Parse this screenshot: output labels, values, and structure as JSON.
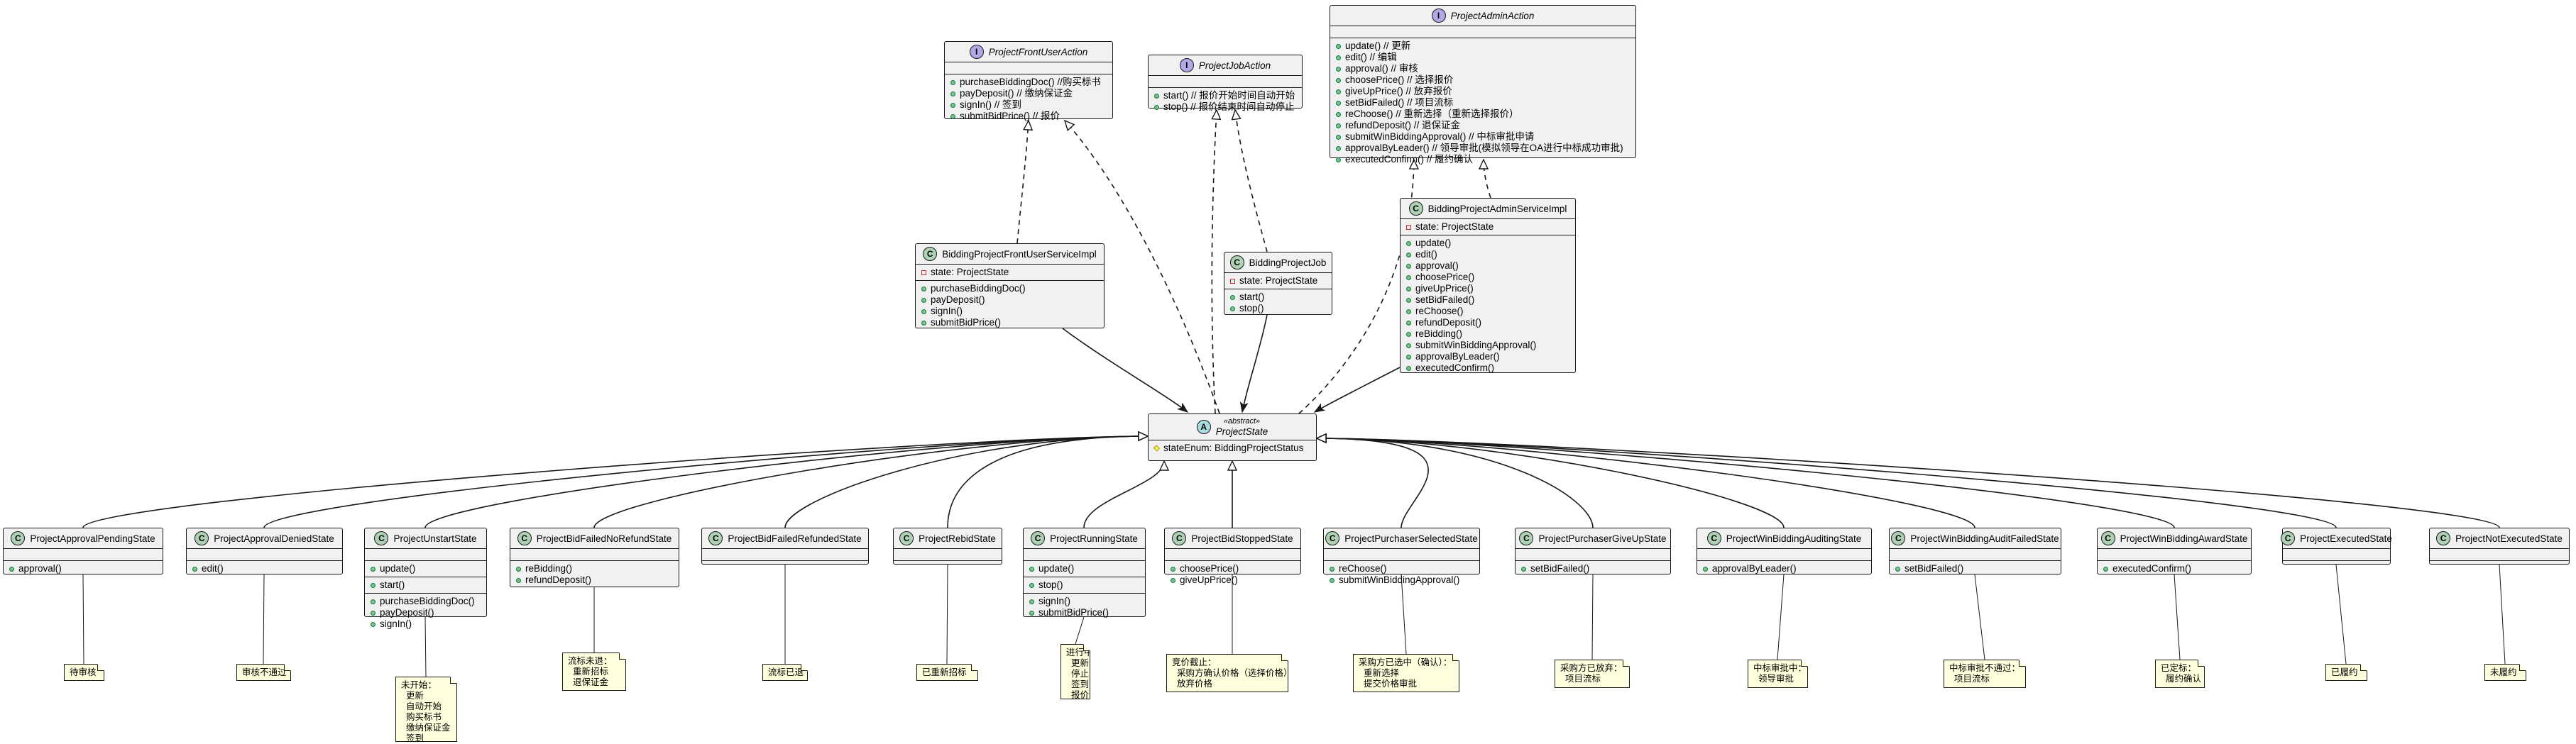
{
  "diagram": {
    "interfaces": {
      "front": {
        "name": "ProjectFrontUserAction",
        "methods": [
          "purchaseBiddingDoc() //购买标书",
          "payDeposit() // 缴纳保证金",
          "signIn() // 签到",
          "submitBidPrice() // 报价"
        ]
      },
      "job": {
        "name": "ProjectJobAction",
        "methods": [
          "start() // 报价开始时间自动开始",
          "stop() // 报价结束时间自动停止"
        ]
      },
      "admin": {
        "name": "ProjectAdminAction",
        "methods": [
          "update() // 更新",
          "edit() // 编辑",
          "approval() // 审核",
          "choosePrice() // 选择报价",
          "giveUpPrice() // 放弃报价",
          "setBidFailed() // 项目流标",
          "reChoose() // 重新选择（重新选择报价）",
          "refundDeposit() // 退保证金",
          "submitWinBiddingApproval() // 中标审批申请",
          "approvalByLeader() // 领导审批(模拟领导在OA进行中标成功审批)",
          "executedConfirm() // 履约确认"
        ]
      }
    },
    "impls": {
      "front_impl": {
        "name": "BiddingProjectFrontUserServiceImpl",
        "fields": [
          "state: ProjectState"
        ],
        "methods": [
          "purchaseBiddingDoc()",
          "payDeposit()",
          "signIn()",
          "submitBidPrice()"
        ]
      },
      "job_impl": {
        "name": "BiddingProjectJob",
        "fields": [
          "state: ProjectState"
        ],
        "methods": [
          "start()",
          "stop()"
        ]
      },
      "admin_impl": {
        "name": "BiddingProjectAdminServiceImpl",
        "fields": [
          "state: ProjectState"
        ],
        "methods": [
          "update()",
          "edit()",
          "approval()",
          "choosePrice()",
          "giveUpPrice()",
          "setBidFailed()",
          "reChoose()",
          "refundDeposit()",
          "reBidding()",
          "submitWinBiddingApproval()",
          "approvalByLeader()",
          "executedConfirm()"
        ]
      }
    },
    "abstract_state": {
      "stereotype": "«abstract»",
      "name": "ProjectState",
      "fields": [
        "stateEnum: BiddingProjectStatus"
      ]
    },
    "states": [
      {
        "name": "ProjectApprovalPendingState",
        "methods": [
          "approval()"
        ],
        "note": "待审核"
      },
      {
        "name": "ProjectApprovalDeniedState",
        "methods": [
          "edit()"
        ],
        "note": "审核不通过"
      },
      {
        "name": "ProjectUnstartState",
        "methods": [
          "update()"
        ],
        "methods2": [
          "start()"
        ],
        "methods3": [
          "purchaseBiddingDoc()",
          "payDeposit()",
          "signIn()"
        ],
        "note": "未开始：\n  更新\n  自动开始\n  购买标书\n  缴纳保证金\n  签到"
      },
      {
        "name": "ProjectBidFailedNoRefundState",
        "methods": [
          "reBidding()",
          "refundDeposit()"
        ],
        "note": "流标未退：\n  重新招标\n  退保证金"
      },
      {
        "name": "ProjectBidFailedRefundedState",
        "methods": [],
        "note": "流标已退"
      },
      {
        "name": "ProjectRebidState",
        "methods": [],
        "note": "已重新招标"
      },
      {
        "name": "ProjectRunningState",
        "methods": [
          "update()"
        ],
        "methods2": [
          "stop()"
        ],
        "methods3": [
          "signIn()",
          "submitBidPrice()"
        ],
        "note": "进行中：\n  更新\n  停止\n  签到\n  报价"
      },
      {
        "name": "ProjectBidStoppedState",
        "methods": [
          "choosePrice()",
          "giveUpPrice()"
        ],
        "note": "竞价截止：\n  采购方确认价格（选择价格）\n  放弃价格"
      },
      {
        "name": "ProjectPurchaserSelectedState",
        "methods": [
          "reChoose()",
          "submitWinBiddingApproval()"
        ],
        "note": "采购方已选中（确认）：\n  重新选择\n  提交价格审批"
      },
      {
        "name": "ProjectPurchaserGiveUpState",
        "methods": [
          "setBidFailed()"
        ],
        "note": "采购方已放弃：\n  项目流标"
      },
      {
        "name": "ProjectWinBiddingAuditingState",
        "methods": [
          "approvalByLeader()"
        ],
        "note": "中标审批中：\n  领导审批"
      },
      {
        "name": "ProjectWinBiddingAuditFailedState",
        "methods": [
          "setBidFailed()"
        ],
        "note": "中标审批不通过：\n  项目流标"
      },
      {
        "name": "ProjectWinBiddingAwardState",
        "methods": [
          "executedConfirm()"
        ],
        "note": "已定标：\n  履约确认"
      },
      {
        "name": "ProjectExecutedState",
        "methods": [],
        "note": "已履约"
      },
      {
        "name": "ProjectNotExecutedState",
        "methods": [],
        "note": "未履约"
      }
    ]
  },
  "colors": {
    "class_fill": "#F1F1F1",
    "note_fill": "#FEFFDD",
    "class_badge": "#ADD1B2",
    "interface_badge": "#B4A7E5",
    "abstract_badge": "#A9DCDF"
  }
}
